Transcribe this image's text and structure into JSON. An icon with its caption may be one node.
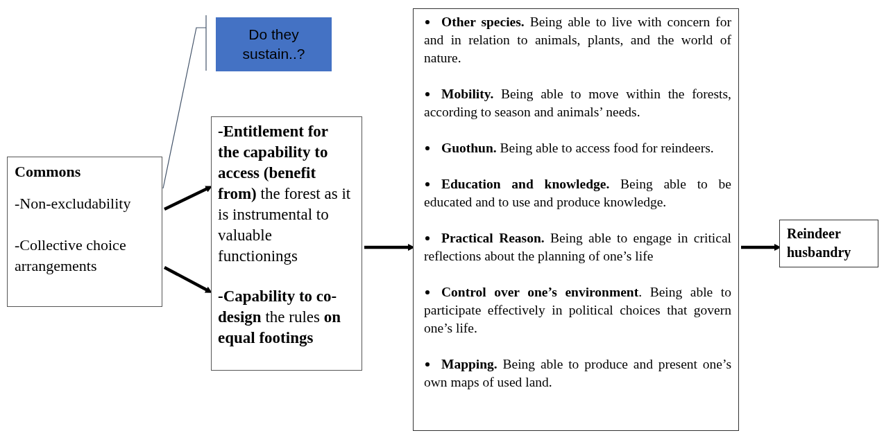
{
  "diagram": {
    "nodes": [
      {
        "text": [
          "Commons",
          "-Non-excludability",
          "-Collective choice arrangements"
        ]
      },
      {
        "text": [
          "Do they sustain..?"
        ]
      },
      {
        "text": [
          "**-Entitlement for the capability to access (benefit from)** the forest as it is instrumental to valuable functionings",
          "**-Capability to co-design** the rules **on equal footings**"
        ]
      },
      {
        "text": [
          "**Other species.** Being able to live with concern for and in relation to animals, plants, and the world of nature.",
          "**Mobility.** Being able to move within the forests, according to season and animals’ needs.",
          "**Guothun.** Being able to access food for reindeers.",
          "**Education and knowledge.** Being able to be educated and to use and produce knowledge.",
          "**Practical Reason.** Being able to engage in critical reflections about the planning of one’s life",
          "**Control over one’s environment**. Being able to participate effectively in political choices that govern one’s life.",
          "**Mapping.** Being able to produce and present one’s own maps of used land."
        ]
      },
      {
        "text": [
          "Reindeer husbandry"
        ]
      }
    ],
    "edges": [
      {
        "from": 0,
        "to": 2,
        "arrow": "to"
      },
      {
        "from": 0,
        "to": 2,
        "arrow": "to"
      },
      {
        "from": 2,
        "to": 3,
        "arrow": "to"
      },
      {
        "from": 3,
        "to": 4,
        "arrow": "to"
      },
      {
        "from": 1,
        "to": 0,
        "arrow": "none",
        "color": "#44546a"
      }
    ]
  }
}
